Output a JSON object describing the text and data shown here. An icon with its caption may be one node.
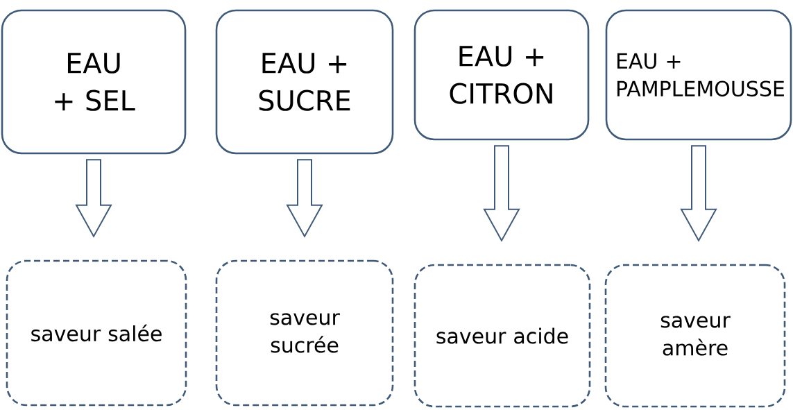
{
  "diagram": {
    "nodes": [
      {
        "text": [
          "EAU + SEL"
        ]
      },
      {
        "text": [
          "EAU + SUCRE"
        ]
      },
      {
        "text": [
          "EAU + CITRON"
        ]
      },
      {
        "text": [
          "EAU + PAMPLEMOUSSE"
        ]
      },
      {
        "text": [
          "saveur salée"
        ]
      },
      {
        "text": [
          "saveur sucrée"
        ]
      },
      {
        "text": [
          "saveur acide"
        ]
      },
      {
        "text": [
          "saveur amère"
        ]
      }
    ],
    "edges": [
      {
        "from": 0,
        "to": 4,
        "arrow": "to"
      },
      {
        "from": 1,
        "to": 5,
        "arrow": "to"
      },
      {
        "from": 2,
        "to": 6,
        "arrow": "to"
      },
      {
        "from": 3,
        "to": 7,
        "arrow": "to"
      }
    ]
  }
}
